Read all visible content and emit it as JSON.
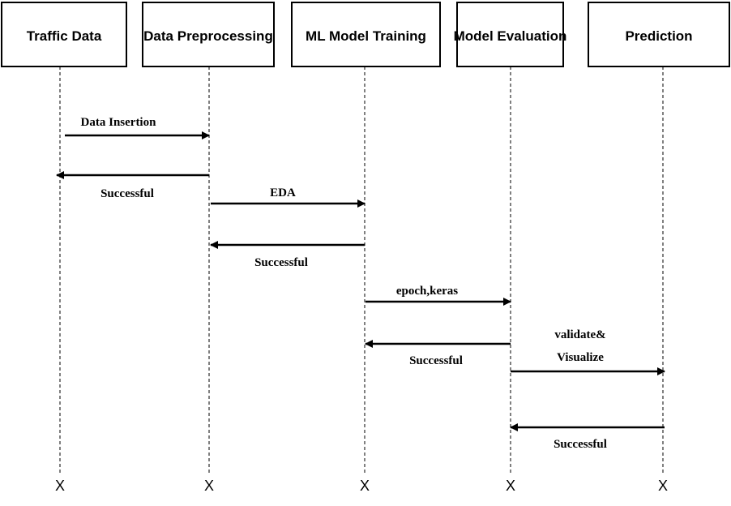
{
  "participants": [
    {
      "label": "Traffic Data"
    },
    {
      "label": "Data Preprocessing"
    },
    {
      "label": "ML Model Training"
    },
    {
      "label": "Model Evaluation"
    },
    {
      "label": "Prediction"
    }
  ],
  "messages": [
    {
      "from": 0,
      "to": 1,
      "lines": [
        "Data Insertion"
      ]
    },
    {
      "from": 1,
      "to": 0,
      "lines": [
        "Successful"
      ]
    },
    {
      "from": 1,
      "to": 2,
      "lines": [
        "EDA"
      ]
    },
    {
      "from": 2,
      "to": 1,
      "lines": [
        "Successful"
      ]
    },
    {
      "from": 2,
      "to": 3,
      "lines": [
        "epoch,keras"
      ]
    },
    {
      "from": 3,
      "to": 2,
      "lines": [
        "Successful"
      ]
    },
    {
      "from": 3,
      "to": 4,
      "lines": [
        "validate&",
        "Visualize"
      ]
    },
    {
      "from": 4,
      "to": 3,
      "lines": [
        "Successful"
      ]
    }
  ],
  "end_marker": "X"
}
